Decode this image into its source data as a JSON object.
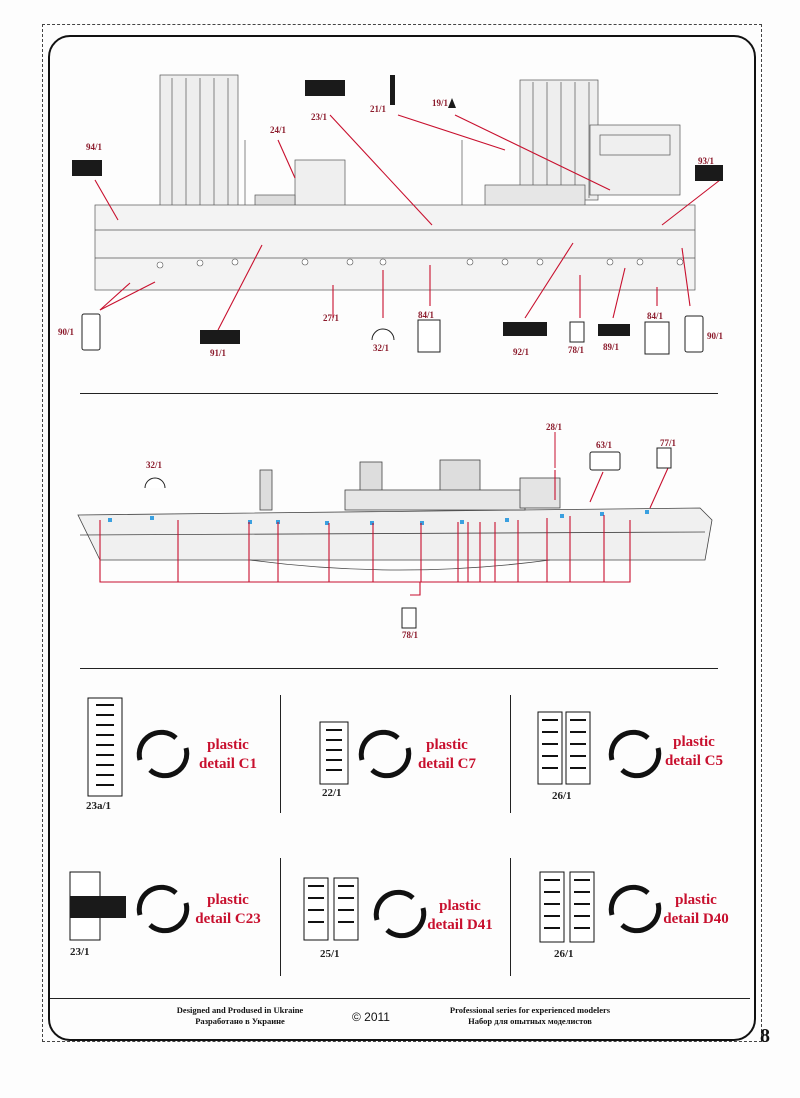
{
  "side_view": {
    "labels": [
      {
        "id": "l23",
        "text": "23/1"
      },
      {
        "id": "l21",
        "text": "21/1"
      },
      {
        "id": "l19",
        "text": "19/1"
      },
      {
        "id": "l24",
        "text": "24/1"
      },
      {
        "id": "l94",
        "text": "94/1"
      },
      {
        "id": "l93",
        "text": "93/1"
      },
      {
        "id": "l90a",
        "text": "90/1"
      },
      {
        "id": "l91",
        "text": "91/1"
      },
      {
        "id": "l27",
        "text": "27/1"
      },
      {
        "id": "l32",
        "text": "32/1"
      },
      {
        "id": "l84a",
        "text": "84/1"
      },
      {
        "id": "l92",
        "text": "92/1"
      },
      {
        "id": "l78",
        "text": "78/1"
      },
      {
        "id": "l89",
        "text": "89/1"
      },
      {
        "id": "l84b",
        "text": "84/1"
      },
      {
        "id": "l90b",
        "text": "90/1"
      }
    ]
  },
  "hull_view": {
    "labels": [
      {
        "id": "h32",
        "text": "32/1"
      },
      {
        "id": "h28",
        "text": "28/1"
      },
      {
        "id": "h63",
        "text": "63/1"
      },
      {
        "id": "h77",
        "text": "77/1"
      },
      {
        "id": "h78",
        "text": "78/1"
      }
    ]
  },
  "details": [
    {
      "part": "23a/1",
      "plastic": "plastic",
      "detail": "detail C1"
    },
    {
      "part": "22/1",
      "plastic": "plastic",
      "detail": "detail C7"
    },
    {
      "part": "26/1",
      "plastic": "plastic",
      "detail": "detail C5"
    },
    {
      "part": "23/1",
      "plastic": "plastic",
      "detail": "detail C23"
    },
    {
      "part": "25/1",
      "plastic": "plastic",
      "detail": "detail D41"
    },
    {
      "part": "26/1",
      "plastic": "plastic",
      "detail": "detail D40"
    }
  ],
  "footer": {
    "left_line1": "Designed and Prodused in Ukraine",
    "left_line2": "Разработано в Украине",
    "copyright": "© 2011",
    "right_line1": "Professional series for experienced modelers",
    "right_line2": "Набор для опытных моделистов"
  },
  "page_number": "8",
  "colors": {
    "accent": "#c8102e",
    "label": "#8b1a2b",
    "ink": "#111111",
    "hull": "#f2f2f2",
    "deck_blue": "#3aa0e0"
  }
}
